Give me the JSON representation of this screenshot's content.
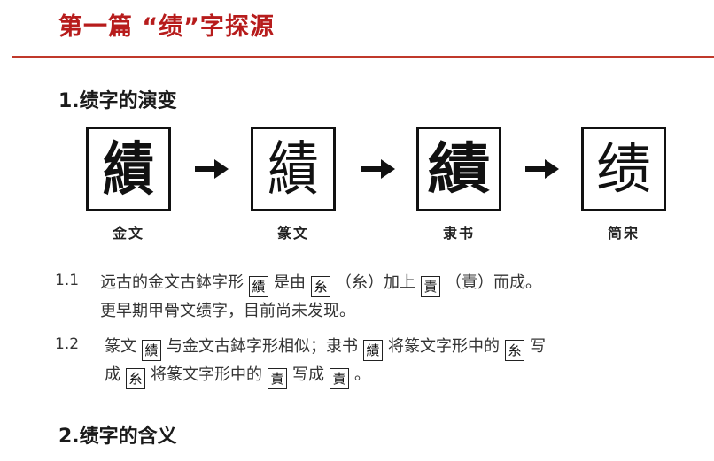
{
  "header": {
    "title": "第一篇 “绩”字探源"
  },
  "section1": {
    "heading": "1.绩字的演变",
    "stages": [
      {
        "glyph": "績",
        "label": "金文"
      },
      {
        "glyph": "績",
        "label": "篆文"
      },
      {
        "glyph": "績",
        "label": "隶书"
      },
      {
        "glyph": "绩",
        "label": "简宋"
      }
    ],
    "items": [
      {
        "num": "1.1",
        "line1_a": "远古的金文古鉢字形",
        "line1_icon1": "績",
        "line1_b": "是由",
        "line1_icon2": "糸",
        "line1_c": "（糸）加上",
        "line1_icon3": "責",
        "line1_d": "（責）而成。",
        "line2": "更早期甲骨文绩字，目前尚未发现。"
      },
      {
        "num": "1.2",
        "line1_a": "篆文",
        "line1_icon1": "績",
        "line1_b": "与金文古鉢字形相似；隶书",
        "line1_icon2": "績",
        "line1_c": "将篆文字形中的",
        "line1_icon3": "糸",
        "line1_d": "写",
        "line2_a": "成",
        "line2_icon1": "糸",
        "line2_b": "将篆文字形中的",
        "line2_icon2": "責",
        "line2_c": "写成",
        "line2_icon3": "責",
        "line2_d": "。"
      }
    ]
  },
  "section2": {
    "heading": "2.绩字的含义"
  },
  "colors": {
    "title": "#b71c1c",
    "rule": "#c0392b",
    "text": "#333333"
  }
}
